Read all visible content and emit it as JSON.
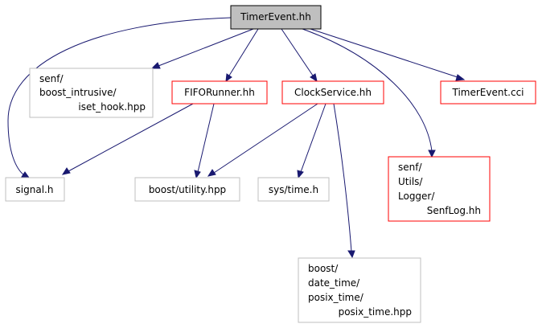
{
  "colors": {
    "edge": "#191970",
    "root_fill": "#bfbfbf",
    "root_stroke": "#000000",
    "documented_stroke": "#ff0000",
    "external_stroke": "#bfbfbf",
    "node_fill": "#ffffff"
  },
  "nodes": {
    "timerevent_hh": {
      "lines": [
        "TimerEvent.hh"
      ],
      "kind": "root"
    },
    "iset_hook": {
      "lines": [
        "senf/",
        "boost_intrusive/",
        "iset_hook.hpp"
      ],
      "kind": "external"
    },
    "fiforunner": {
      "lines": [
        "FIFORunner.hh"
      ],
      "kind": "documented"
    },
    "clockservice": {
      "lines": [
        "ClockService.hh"
      ],
      "kind": "documented"
    },
    "timerevent_cci": {
      "lines": [
        "TimerEvent.cci"
      ],
      "kind": "documented"
    },
    "signal_h": {
      "lines": [
        "signal.h"
      ],
      "kind": "external"
    },
    "boost_utility": {
      "lines": [
        "boost/utility.hpp"
      ],
      "kind": "external"
    },
    "sys_time": {
      "lines": [
        "sys/time.h"
      ],
      "kind": "external"
    },
    "senflog": {
      "lines": [
        "senf/",
        "Utils/",
        "Logger/",
        "SenfLog.hh"
      ],
      "kind": "documented"
    },
    "posix_time": {
      "lines": [
        "boost/",
        "date_time/",
        "posix_time/",
        "posix_time.hpp"
      ],
      "kind": "external"
    }
  },
  "edges": [
    {
      "from": "timerevent_hh",
      "to": "iset_hook"
    },
    {
      "from": "timerevent_hh",
      "to": "fiforunner"
    },
    {
      "from": "timerevent_hh",
      "to": "clockservice"
    },
    {
      "from": "timerevent_hh",
      "to": "timerevent_cci"
    },
    {
      "from": "timerevent_hh",
      "to": "signal_h"
    },
    {
      "from": "timerevent_hh",
      "to": "senflog"
    },
    {
      "from": "fiforunner",
      "to": "signal_h"
    },
    {
      "from": "fiforunner",
      "to": "boost_utility"
    },
    {
      "from": "clockservice",
      "to": "boost_utility"
    },
    {
      "from": "clockservice",
      "to": "sys_time"
    },
    {
      "from": "clockservice",
      "to": "posix_time"
    }
  ]
}
